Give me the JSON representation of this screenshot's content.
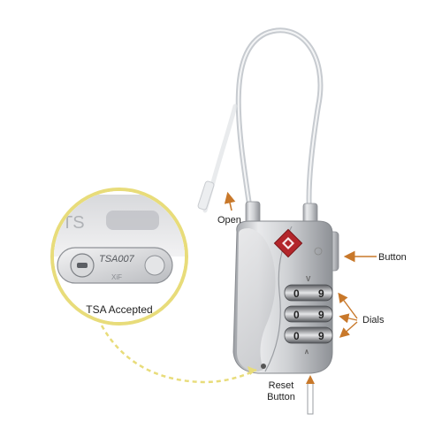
{
  "labels": {
    "open": "Open",
    "button": "Button",
    "dials": "Dials",
    "reset_line1": "Reset",
    "reset_line2": "Button",
    "tsa_accepted": "TSA Accepted"
  },
  "inset": {
    "engraving": "TSA007",
    "engraving_sub": "XiF"
  },
  "dials": [
    {
      "left": "0",
      "right": "9"
    },
    {
      "left": "0",
      "right": "9"
    },
    {
      "left": "0",
      "right": "9"
    }
  ],
  "colors": {
    "arrow": "#c8782a",
    "inset_ring": "#e8dc7a",
    "lock_body": "#c9cbcf",
    "tsa_diamond": "#b3262b"
  },
  "icons": [
    "tsa-diamond-icon",
    "keyhole-icon"
  ]
}
